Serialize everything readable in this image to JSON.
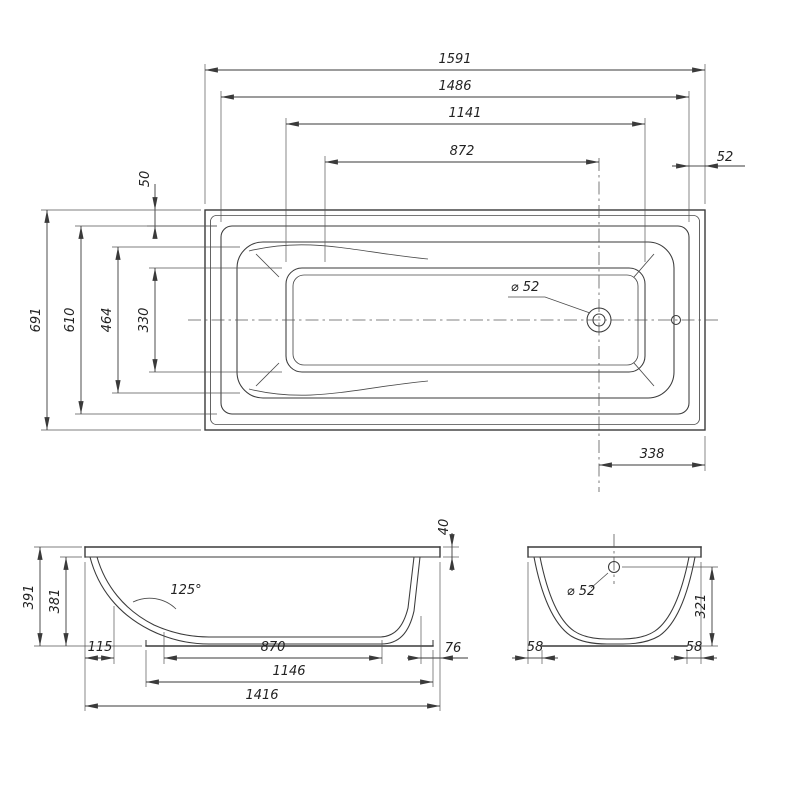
{
  "colors": {
    "background": "#ffffff",
    "line": "#3a3a3a",
    "text": "#222222"
  },
  "dims": {
    "top": {
      "overall_length": "1591",
      "rim_length": "1486",
      "basin_length": "1141",
      "floor_to_drain": "872",
      "rim_width_right": "52",
      "rim_width_top": "50",
      "overall_width": "691",
      "rim_inner_width": "610",
      "basin_width": "464",
      "floor_width": "330",
      "drain_diameter": "⌀ 52",
      "drain_offset_right": "338"
    },
    "front": {
      "rim_height": "40",
      "overall_height": "391",
      "inner_height": "381",
      "wall_angle": "125°",
      "left_overhang": "115",
      "floor_length": "870",
      "base_length": "1146",
      "bottom_length": "1416",
      "right_overhang": "76"
    },
    "end": {
      "overflow_diameter": "⌀ 52",
      "overflow_height": "321",
      "left_overhang": "58",
      "right_overhang": "58"
    }
  }
}
